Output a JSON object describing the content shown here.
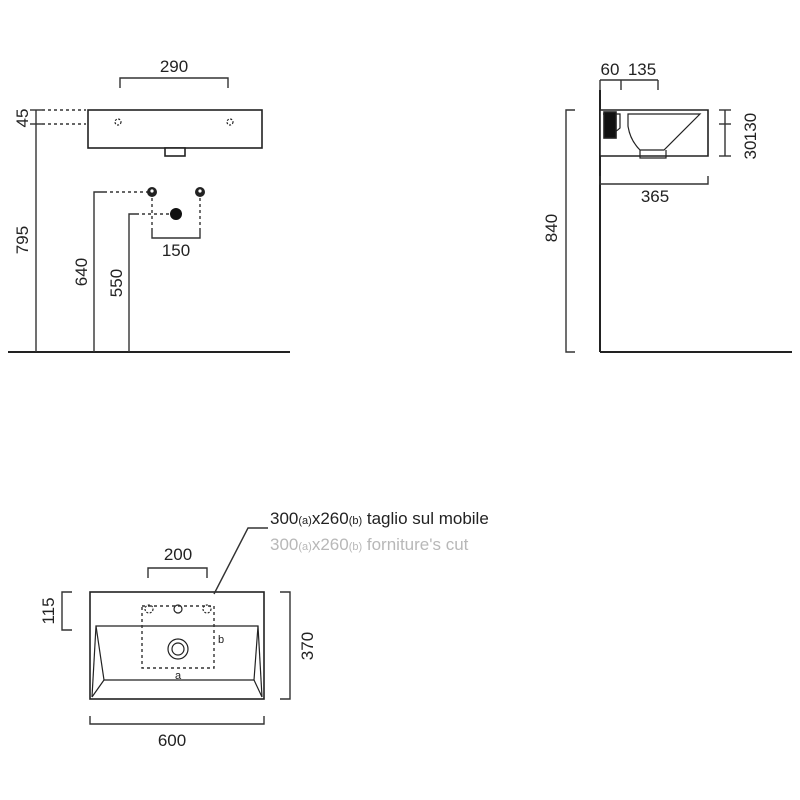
{
  "front_view": {
    "width_dim": "290",
    "top_thickness_dim": "45",
    "rim_height_dim": "795",
    "supply_height_dim": "640",
    "drain_height_dim": "550",
    "supply_spacing_dim": "150"
  },
  "side_view": {
    "dim_60": "60",
    "dim_135": "135",
    "dim_30": "30",
    "dim_130": "130",
    "depth_dim": "365",
    "height_dim": "840"
  },
  "top_view": {
    "tap_spacing_dim": "200",
    "back_ledge_dim": "115",
    "total_depth_dim": "370",
    "total_width_dim": "600",
    "cut_note_it": {
      "w": "300",
      "a": "(a)",
      "x": "x260",
      "b": "(b)",
      "rest": " taglio sul mobile"
    },
    "cut_note_en": {
      "w": "300",
      "a": "(a)",
      "x": "x260",
      "b": "(b)",
      "rest": " forniture's cut"
    },
    "cut_label_a": "a",
    "cut_label_b": "b"
  },
  "colors": {
    "line": "#222222",
    "grey_text": "#b8b8b8"
  }
}
